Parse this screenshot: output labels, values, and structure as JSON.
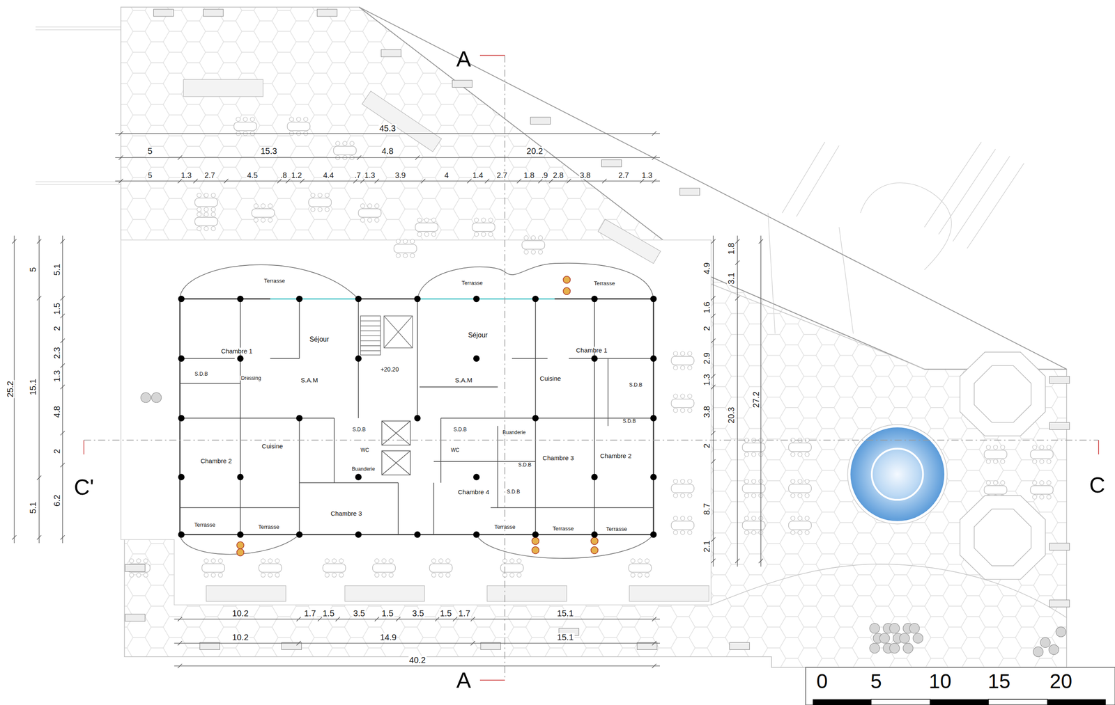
{
  "diagram": {
    "labels": [
      "A",
      "45.3",
      "5",
      "15.3",
      "4.8",
      "20.2",
      "5",
      "1.3",
      "2.7",
      "4.5",
      ".8",
      "1.2",
      "4.4",
      ".7",
      "1.3",
      "3.9",
      "4",
      "1.4",
      "2.7",
      "1.8",
      ".9",
      "2.8",
      "3.8",
      "2.7",
      "1.3",
      "25.2",
      "5",
      "15.1",
      "5.1",
      "5.1",
      "1.5",
      "2",
      "2.3",
      "1.3",
      "4.8",
      "2",
      "6.2",
      "4.9",
      "1.6",
      "2",
      "2.9",
      "1.3",
      "3.8",
      "2",
      "8.7",
      "2.1",
      "1.8",
      "3.1",
      "20.3",
      "27.2",
      "C'",
      "C",
      "Terrasse",
      "Terrasse",
      "Terrasse",
      "Séjour",
      "Chambre 1",
      "S.D.B",
      "Dressing",
      "S.A.M",
      "+20.20",
      "Séjour",
      "S.A.M",
      "Chambre 1",
      "Cuisine",
      "S.D.B",
      "S.D.B",
      "S.D.B",
      "WC",
      "Buanderie",
      "S.D.B",
      "WC",
      "Buanderie",
      "Chambre 2",
      "Cuisine",
      "Chambre 3",
      "Chambre 2",
      "S.D.B",
      "Chambre 4",
      "S.D.B",
      "Chambre 3",
      "Terrasse",
      "Terrasse",
      "Terrasse",
      "Terrasse",
      "Terrasse",
      "10.2",
      "1.7",
      "1.5",
      "3.5",
      "1.5",
      "3.5",
      "1.5",
      "1.7",
      "15.1",
      "10.2",
      "14.9",
      "15.1",
      "40.2",
      "A",
      "0",
      "5",
      "10",
      "15",
      "20"
    ]
  }
}
